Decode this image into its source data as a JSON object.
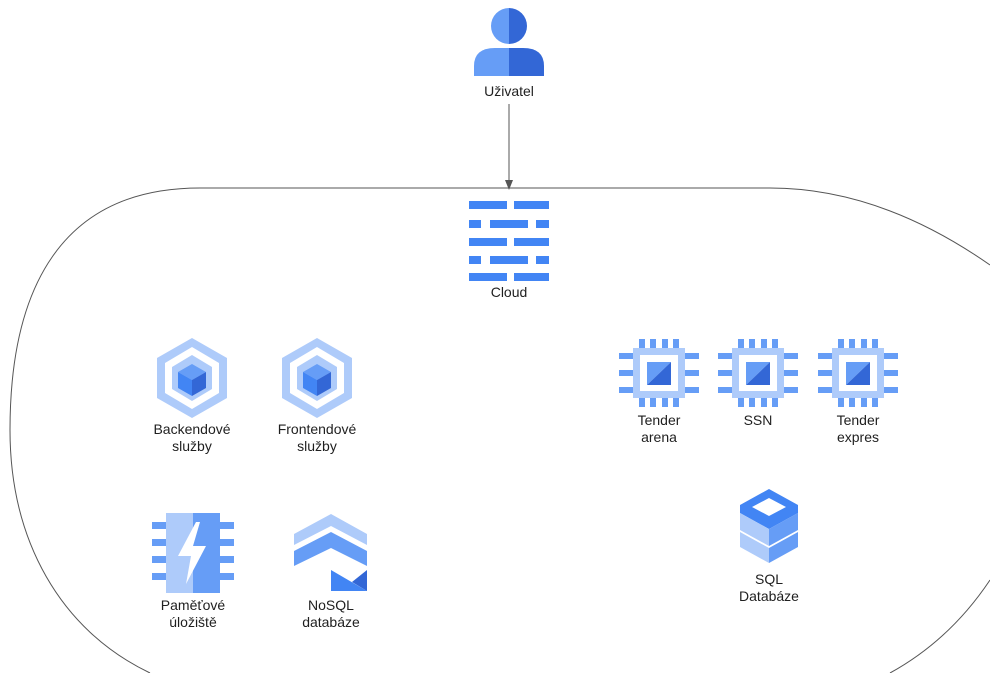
{
  "colors": {
    "primary": "#4285f4",
    "dark": "#3367d6",
    "mid": "#669df6",
    "light": "#aecbfa",
    "line": "#555555"
  },
  "user": {
    "label": "Uživatel",
    "icon": "user-icon"
  },
  "cloud": {
    "label": "Cloud",
    "icon": "cloud-network-icon"
  },
  "nodes": {
    "backend": {
      "line1": "Backendové",
      "line2": "služby",
      "icon": "kubernetes-engine-icon"
    },
    "frontend": {
      "line1": "Frontendové",
      "line2": "služby",
      "icon": "kubernetes-engine-icon"
    },
    "tender_arena": {
      "line1": "Tender",
      "line2": "arena",
      "icon": "compute-engine-icon"
    },
    "ssn": {
      "line1": "SSN",
      "icon": "compute-engine-icon"
    },
    "tender_expres": {
      "line1": "Tender",
      "line2": "expres",
      "icon": "compute-engine-icon"
    },
    "memory": {
      "line1": "Paměťové",
      "line2": "úložiště",
      "icon": "memorystore-icon"
    },
    "nosql": {
      "line1": "NoSQL",
      "line2": "databáze",
      "icon": "firestore-icon"
    },
    "sql": {
      "line1": "SQL",
      "line2": "Databáze",
      "icon": "cloud-sql-icon"
    }
  }
}
